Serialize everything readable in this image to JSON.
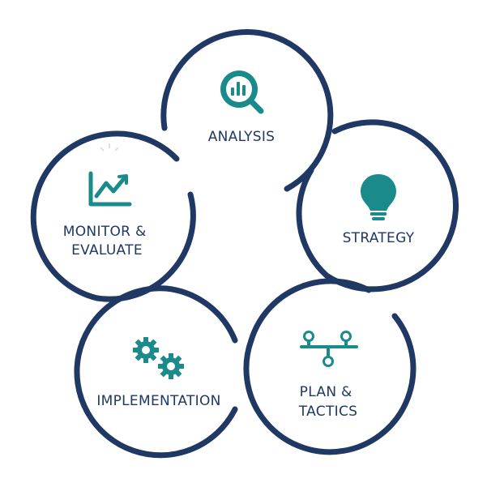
{
  "cycle": {
    "steps": [
      {
        "label_lines": [
          "ANALYSIS"
        ],
        "icon": "magnifier-chart-icon"
      },
      {
        "label_lines": [
          "STRATEGY"
        ],
        "icon": "lightbulb-icon"
      },
      {
        "label_lines": [
          "PLAN &",
          "TACTICS"
        ],
        "icon": "branch-nodes-icon"
      },
      {
        "label_lines": [
          "IMPLEMENTATION"
        ],
        "icon": "gears-icon"
      },
      {
        "label_lines": [
          "MONITOR &",
          "EVALUATE"
        ],
        "icon": "line-chart-icon"
      }
    ]
  },
  "colors": {
    "ring": "#1f3864",
    "icon": "#1a8a8a",
    "label": "#1f3864",
    "background": "#ffffff"
  }
}
